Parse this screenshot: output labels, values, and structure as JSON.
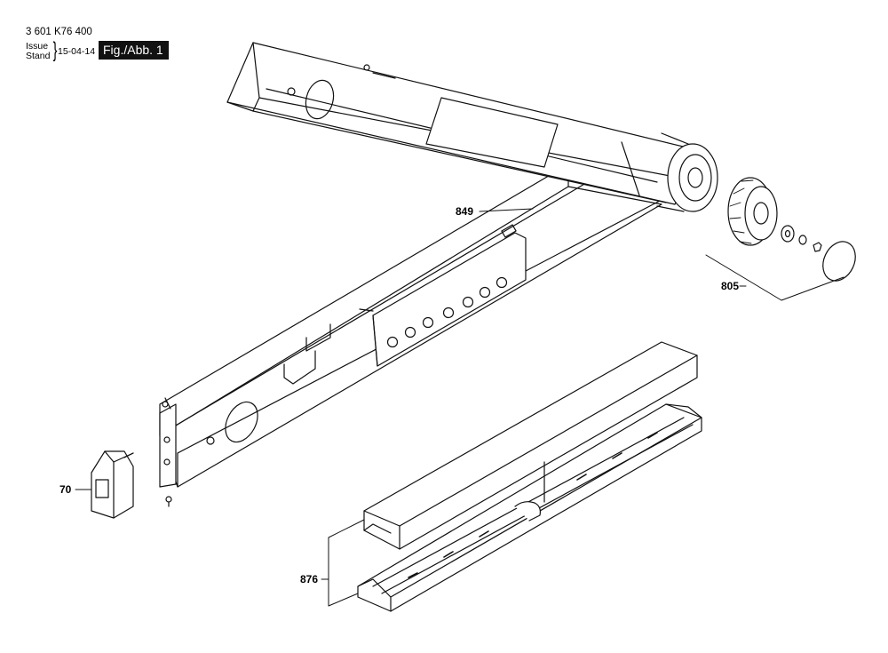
{
  "header": {
    "part_number": "3 601 K76 400",
    "issue_label": "Issue",
    "stand_label": "Stand",
    "date": "15-04-14",
    "figure_label": "Fig./Abb. 1"
  },
  "callouts": {
    "c849": "849",
    "c805": "805",
    "c70": "70",
    "c876": "876"
  }
}
